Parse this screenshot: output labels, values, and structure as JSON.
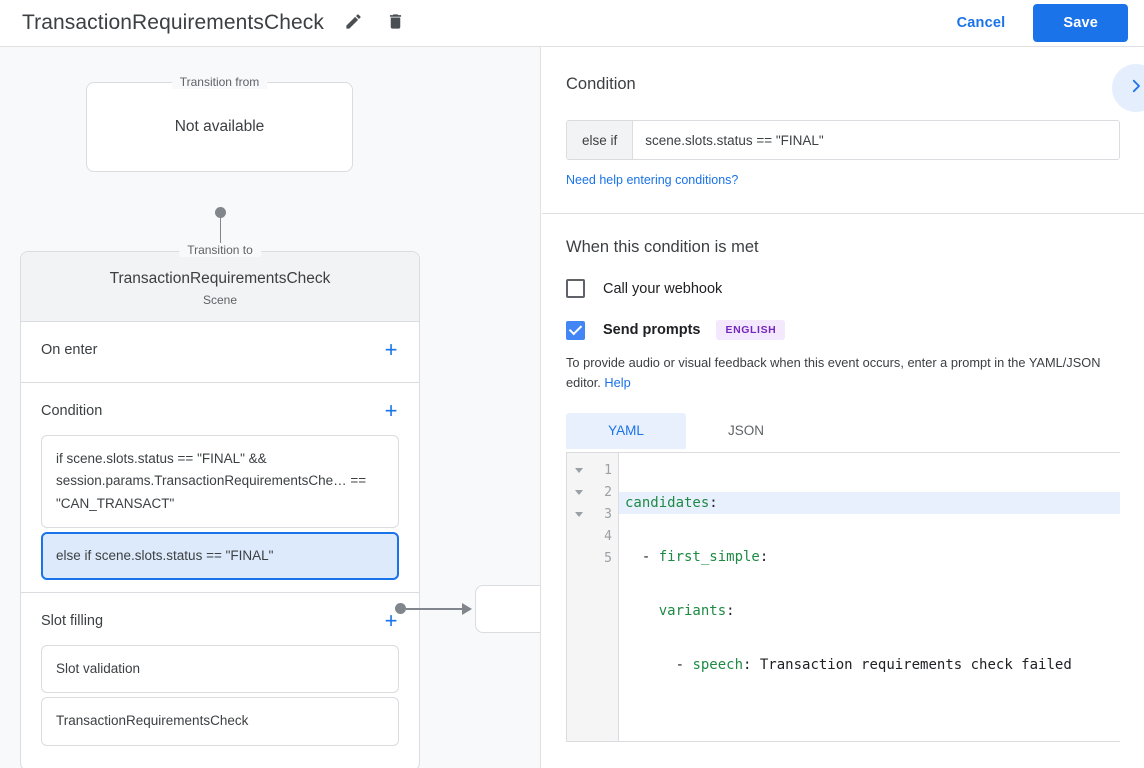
{
  "header": {
    "title": "TransactionRequirementsCheck",
    "edit_icon": "pencil-icon",
    "delete_icon": "trash-icon",
    "cancel_label": "Cancel",
    "save_label": "Save",
    "save_bg": "#1a73e8",
    "link_color": "#1a73e8"
  },
  "graph": {
    "transition_from": {
      "legend": "Transition from",
      "value": "Not available"
    },
    "transition_to": {
      "legend": "Transition to",
      "title": "TransactionRequirementsCheck",
      "subtitle": "Scene"
    },
    "sections": [
      {
        "title": "On enter",
        "add_icon": "plus-icon",
        "items": []
      },
      {
        "title": "Condition",
        "add_icon": "plus-icon",
        "items": [
          {
            "text": "if scene.slots.status == \"FINAL\" && session.params.TransactionRequirementsChe… == \"CAN_TRANSACT\"",
            "selected": false
          },
          {
            "text": "else if scene.slots.status == \"FINAL\"",
            "selected": true
          }
        ]
      },
      {
        "title": "Slot filling",
        "add_icon": "plus-icon",
        "items": [
          {
            "text": "Slot validation",
            "selected": false
          },
          {
            "text": "TransactionRequirementsCheck",
            "selected": false
          }
        ]
      }
    ]
  },
  "panel": {
    "condition": {
      "heading": "Condition",
      "expand_icon": "chevron-right-icon",
      "prefix": "else if",
      "expression": "scene.slots.status == \"FINAL\"",
      "placeholder": "",
      "help_link": "Need help entering conditions?"
    },
    "when_met": {
      "heading": "When this condition is met",
      "webhook": {
        "label": "Call your webhook",
        "checked": false
      },
      "prompts": {
        "label": "Send prompts",
        "checked": true,
        "badge": "ENGLISH",
        "badge_bg": "#f3e8fd",
        "badge_color": "#7627bb"
      },
      "hint_text": "To provide audio or visual feedback when this event occurs, enter a prompt in the YAML/JSON editor. ",
      "hint_link": "Help"
    },
    "editor": {
      "tabs": [
        {
          "label": "YAML",
          "active": true
        },
        {
          "label": "JSON",
          "active": false
        }
      ],
      "line_numbers": [
        "1",
        "2",
        "3",
        "4",
        "5"
      ],
      "fold_rows": 3,
      "lines": [
        {
          "n": "1",
          "key": "candidates",
          "punct": ":",
          "indent": "",
          "dash": "",
          "rest": "",
          "active": true
        },
        {
          "n": "2",
          "key": "first_simple",
          "punct": ":",
          "indent": "  ",
          "dash": "- ",
          "rest": "",
          "active": false
        },
        {
          "n": "3",
          "key": "variants",
          "punct": ":",
          "indent": "    ",
          "dash": "",
          "rest": "",
          "active": false
        },
        {
          "n": "4",
          "key": "speech",
          "punct": ":",
          "indent": "      ",
          "dash": "- ",
          "rest": " Transaction requirements check failed",
          "active": false
        },
        {
          "n": "5",
          "key": "",
          "punct": "",
          "indent": "",
          "dash": "",
          "rest": "",
          "active": false
        }
      ]
    }
  }
}
